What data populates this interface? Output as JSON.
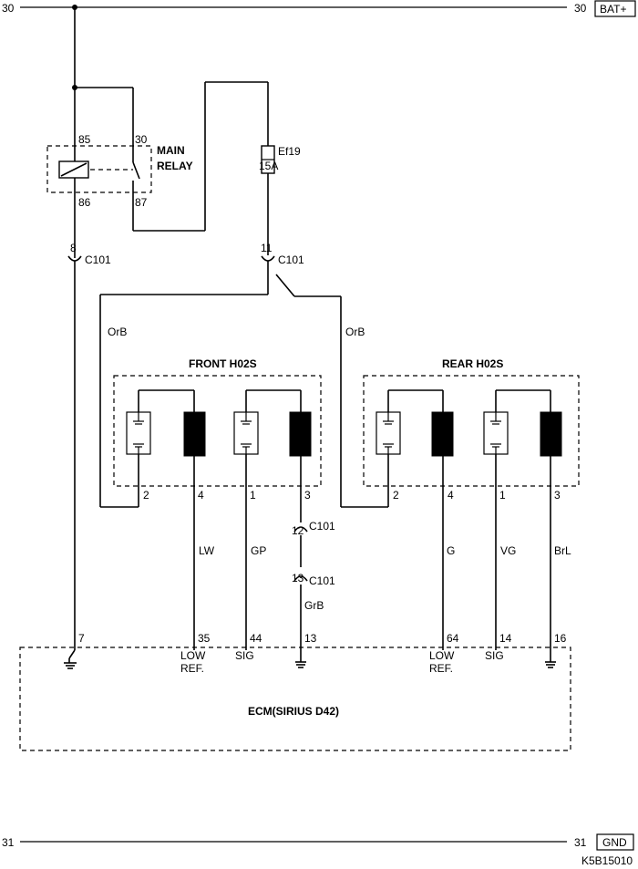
{
  "rails": {
    "bat_left": "30",
    "bat_right": "30",
    "bat_label": "BAT+",
    "gnd_left": "31",
    "gnd_right": "31",
    "gnd_label": "GND"
  },
  "relay": {
    "pin85": "85",
    "pin30": "30",
    "pin86": "86",
    "pin87": "87",
    "title_line1": "MAIN",
    "title_line2": "RELAY"
  },
  "fuse": {
    "name": "Ef19",
    "rating": "15A"
  },
  "connectors": {
    "c101_8_pin": "8",
    "c101_8_name": "C101",
    "c101_11_pin": "11",
    "c101_11_name": "C101",
    "c101_12_pin": "12",
    "c101_12_name": "C101",
    "c101_13_pin": "13",
    "c101_13_name": "C101"
  },
  "wire_colors": {
    "left_orb": "OrB",
    "right_orb": "OrB",
    "lw": "LW",
    "gp": "GP",
    "grb": "GrB",
    "g": "G",
    "vg": "VG",
    "brl": "BrL"
  },
  "front_sensor": {
    "title": "FRONT H02S",
    "pins": [
      "2",
      "4",
      "1",
      "3"
    ]
  },
  "rear_sensor": {
    "title": "REAR H02S",
    "pins": [
      "2",
      "4",
      "1",
      "3"
    ]
  },
  "ecm": {
    "title": "ECM(SIRIUS D42)",
    "pins": [
      "7",
      "35",
      "44",
      "13",
      "64",
      "14",
      "16"
    ],
    "low_ref_1a": "LOW",
    "low_ref_1b": "REF.",
    "sig_1": "SIG",
    "low_ref_2a": "LOW",
    "low_ref_2b": "REF.",
    "sig_2": "SIG"
  },
  "figure_code": "K5B15010"
}
